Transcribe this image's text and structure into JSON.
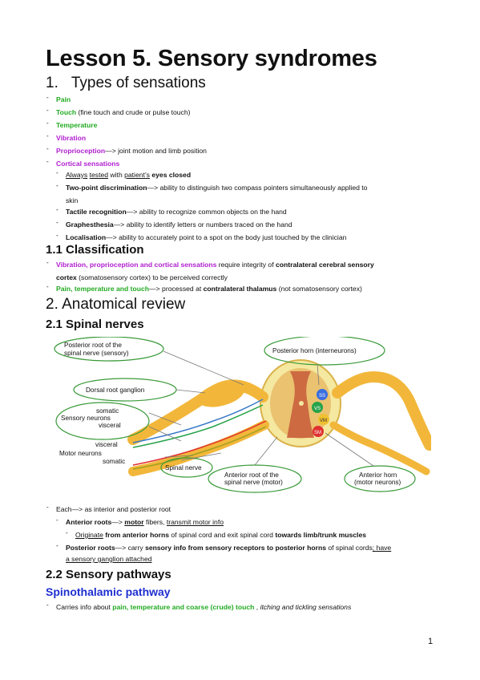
{
  "title": "Lesson 5. Sensory syndromes",
  "section1": {
    "num": "1.",
    "heading": "Types of sensations",
    "items": {
      "pain": "Pain",
      "touch": "Touch",
      "touch_rest": " (fine touch and crude or pulse touch)",
      "temperature": "Temperature",
      "vibration": "Vibration",
      "proprioception": "Proprioception",
      "proprioception_rest": "—> joint motion and limb position",
      "cortical": "Cortical sensations"
    },
    "cortical_items": {
      "always": "Always",
      "tested": "tested",
      "with": " with ",
      "patients": "patient’s",
      "eyes_closed": " eyes closed",
      "twopoint": "Two-point discrimination",
      "twopoint_rest": "—> ability to distinguish two compass pointers simultaneously applied to",
      "skin": "skin",
      "tactile": "Tactile recognition",
      "tactile_rest": "—> ability to recognize common objects on the hand",
      "graph": "Graphesthesia",
      "graph_rest": "—> ability to identify letters or numbers traced on the hand",
      "local": "Localisation",
      "local_rest": "—> ability to accurately point to a spot on the body just touched by the clinician"
    }
  },
  "section11": {
    "heading": "1.1 Classification",
    "line1_colored": "Vibration, proprioception and cortical sensations",
    "line1_mid": " require integrity of ",
    "line1_bold": "contralateral cerebral sensory",
    "line2_bold": "cortex",
    "line2_rest": " (somatosensory cortex) to be perceived correctly",
    "line3_colored": "Pain, temperature and touch",
    "line3_mid": "—> processed at ",
    "line3_bold": "contralateral thalamus",
    "line3_rest": " (not somatosensory cortex)"
  },
  "section2": {
    "heading": "2. Anatomical review"
  },
  "section21": {
    "heading": "2.1 Spinal nerves",
    "diagram_labels": {
      "posterior_root_1": "Posterior root of the",
      "posterior_root_2": "spinal nerve (sensory)",
      "dorsal_ganglion": "Dorsal root ganglion",
      "somatic_top": "somatic",
      "sensory_neurons": "Sensory neurons",
      "visceral_top": "visceral",
      "visceral_bottom": "visceral",
      "motor_neurons": "Motor neurons",
      "somatic_bottom": "somatic",
      "spinal_nerve": "Spinal  nerve",
      "anterior_root_1": "Anterior root of the",
      "anterior_root_2": "spinal nerve (motor)",
      "posterior_horn": "Posterior horn (interneurons)",
      "anterior_horn_1": "Anterior horn",
      "anterior_horn_2": "(motor neurons)",
      "ss": "SS",
      "vs": "VS",
      "vm": "VM",
      "sm": "SM"
    },
    "bullets": {
      "each": "Each—> as interior and posterior root",
      "anterior": "Anterior roots",
      "anterior_mid": "—> ",
      "motor": "motor",
      "fibers": " fibers, ",
      "transmit": "transmit motor info",
      "originate": "Originate",
      "originate_rest1": " from ",
      "ant_horns": "anterior horns",
      "originate_rest2": " of spinal cord and exit spinal cord ",
      "towards": "towards limb/trunk muscles",
      "posterior": "Posterior roots",
      "posterior_mid": "—> carry ",
      "sensory_info": "sensory info from sensory receptors to posterior horns",
      "posterior_rest": " of spinal cords",
      "have": "; have",
      "ganglion": "a sensory ganglion attached"
    }
  },
  "section22": {
    "heading": "2.2 Sensory pathways",
    "subheading": "Spinothalamic pathway",
    "line_a": "Carries info about ",
    "line_colored": "pain, temperature and coarse (crude) touch",
    "line_b": " , ",
    "line_italic": "itching and tickling sensations"
  },
  "page_number": "1",
  "colors": {
    "green": "#22aa22",
    "purple": "#b01ed0",
    "blue": "#1f2fd0",
    "nerve_yellow": "#f2b73a",
    "label_border": "#3a9a3a"
  }
}
